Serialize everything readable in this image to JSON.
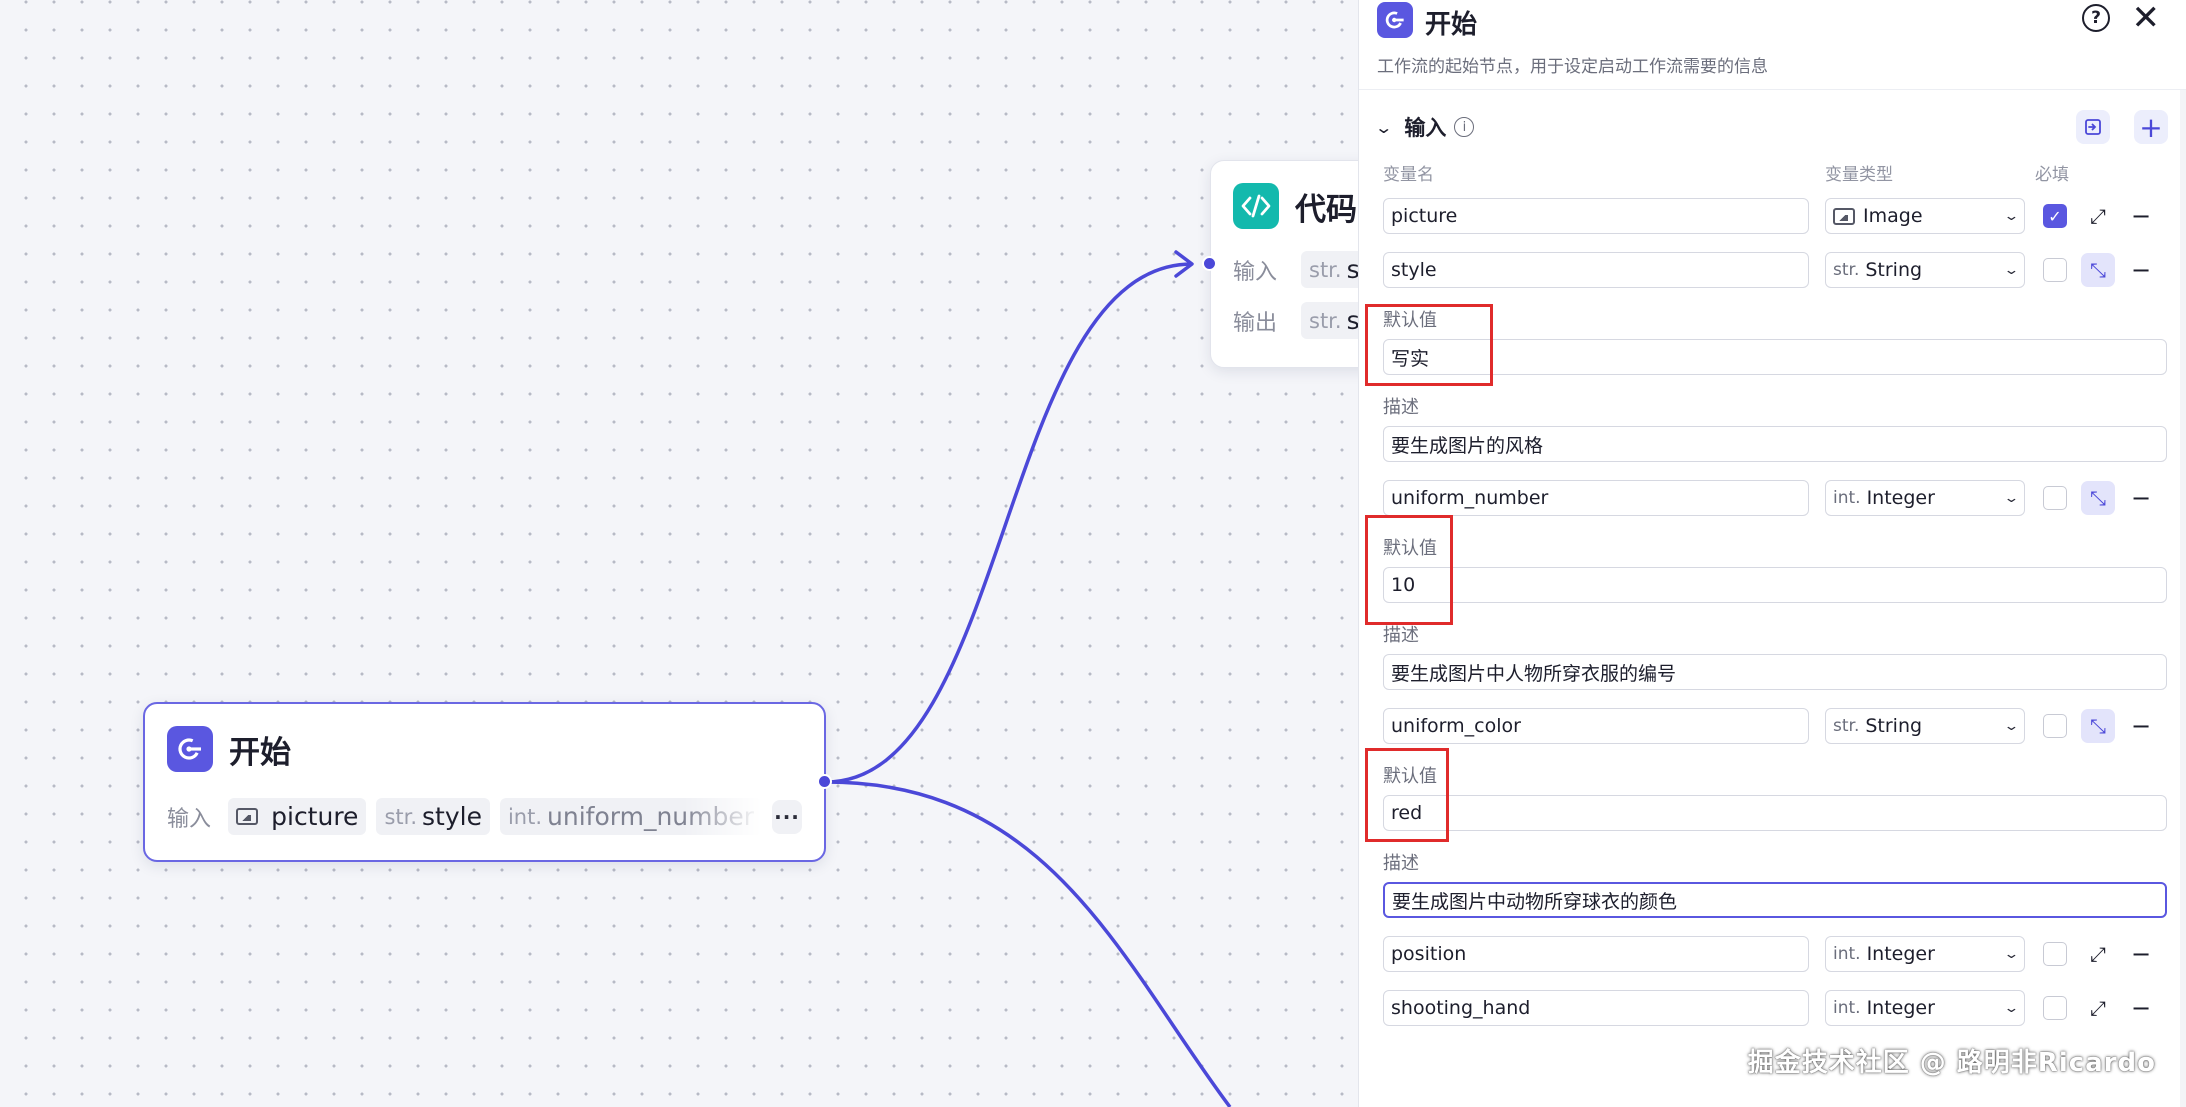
{
  "canvas": {
    "start_node": {
      "title": "开始",
      "input_label": "输入",
      "chips": [
        {
          "type": "",
          "name": "picture"
        },
        {
          "type": "str.",
          "name": "style"
        },
        {
          "type": "int.",
          "name": "uniform_number"
        }
      ],
      "more": "···"
    },
    "code_node": {
      "title": "代码",
      "input_label": "输入",
      "output_label": "输出",
      "input_chip": {
        "type": "str.",
        "name": "style"
      },
      "output_chip": {
        "type": "str.",
        "name": "style"
      }
    }
  },
  "panel": {
    "title": "开始",
    "description": "工作流的起始节点，用于设定启动工作流需要的信息",
    "help": "?",
    "close": "✕",
    "section_title": "输入",
    "info": "i",
    "columns": {
      "name": "变量名",
      "type": "变量类型",
      "required": "必填"
    },
    "default_label": "默认值",
    "desc_label": "描述",
    "variables": [
      {
        "name": "picture",
        "type_prefix": "",
        "type": "Image",
        "required": true
      },
      {
        "name": "style",
        "type_prefix": "str.",
        "type": "String",
        "required": false,
        "default": "写实",
        "description": "要生成图片的风格"
      },
      {
        "name": "uniform_number",
        "type_prefix": "int.",
        "type": "Integer",
        "required": false,
        "default": "10",
        "description": "要生成图片中人物所穿衣服的编号"
      },
      {
        "name": "uniform_color",
        "type_prefix": "str.",
        "type": "String",
        "required": false,
        "default": "red",
        "description": "要生成图片中动物所穿球衣的颜色"
      },
      {
        "name": "position",
        "type_prefix": "int.",
        "type": "Integer",
        "required": false
      },
      {
        "name": "shooting_hand",
        "type_prefix": "int.",
        "type": "Integer",
        "required": false
      }
    ]
  },
  "watermark": "掘金技术社区 @ 路明非Ricardo",
  "colors": {
    "accent": "#5a57e0",
    "code_icon": "#13b9ad",
    "highlight_box": "#e02b2b",
    "edge": "#4b48d8"
  }
}
